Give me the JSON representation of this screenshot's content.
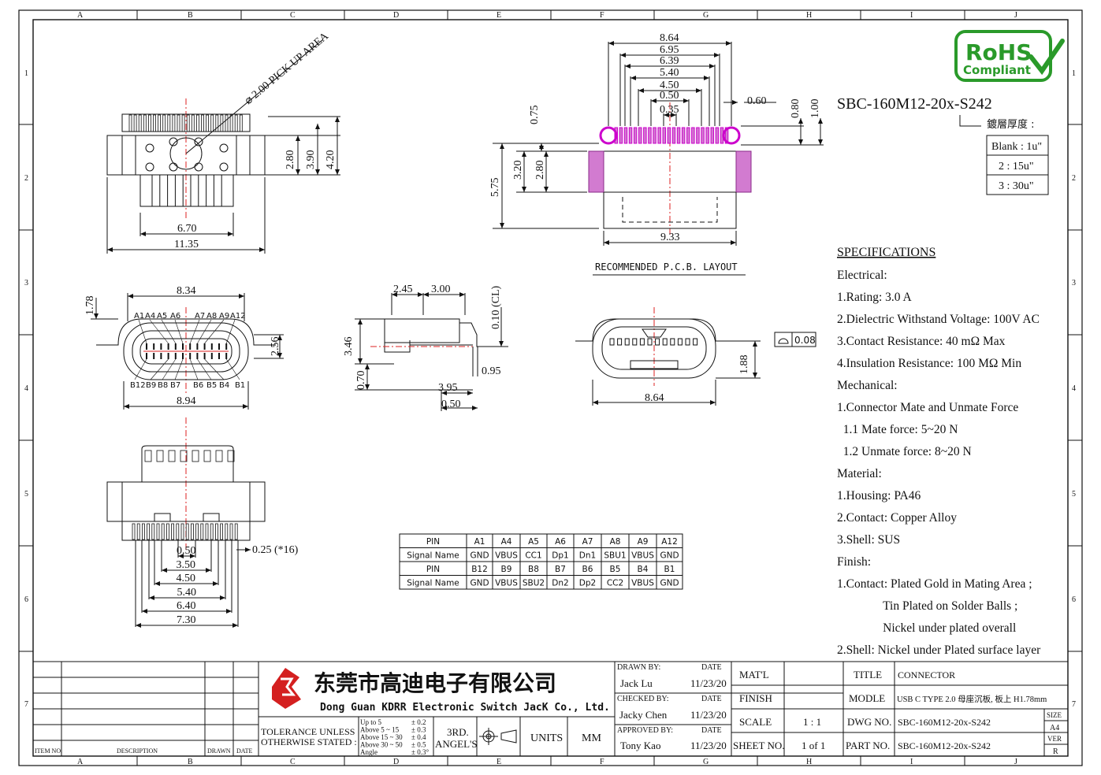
{
  "border": {
    "cols": [
      "A",
      "B",
      "C",
      "D",
      "E",
      "F",
      "G",
      "H",
      "I",
      "J"
    ],
    "rows": [
      "1",
      "2",
      "3",
      "4",
      "5",
      "6",
      "7"
    ]
  },
  "logo": {
    "line1": "RoHS",
    "line2": "Compliant"
  },
  "part_title": "SBC-160M12-20x-S242",
  "plating": {
    "label": "鍍層厚度 :",
    "options": [
      "Blank : 1u\"",
      "2 : 15u\"",
      "3 : 30u\""
    ]
  },
  "dims_top_left": {
    "pickup": "2.00 PICK UP AREA",
    "w_inner": "6.70",
    "w_outer": "11.35",
    "h1": "2.80",
    "h2": "3.90",
    "h3": "4.20"
  },
  "dims_top_right": {
    "w": [
      "8.64",
      "6.95",
      "6.39",
      "5.40",
      "4.50",
      "0.50",
      "0.35"
    ],
    "pad": "0.60",
    "h_small": [
      "0.80",
      "1.00"
    ],
    "h_left": [
      "0.75",
      "3.20",
      "2.80",
      "5.75"
    ],
    "w_bottom": "9.33",
    "caption": "RECOMMENDED  P.C.B. LAYOUT"
  },
  "dims_front": {
    "top": "8.34",
    "left": "1.78",
    "right": "2.56",
    "bottom": "8.94",
    "pins_top": [
      "A1",
      "A4",
      "A5",
      "A6",
      "A7",
      "A8",
      "A9",
      "A12"
    ],
    "pins_bottom": [
      "B12",
      "B9",
      "B8",
      "B7",
      "B6",
      "B5",
      "B4",
      "B1"
    ]
  },
  "dims_side": {
    "a": "2.45",
    "b": "3.00",
    "cl": "0.10 (CL)",
    "h1": "3.46",
    "h2": "0.70",
    "c": "0.95",
    "d": "3.95",
    "e": "0.50"
  },
  "dims_end": {
    "flat": "0.08",
    "h": "1.88",
    "w": "8.64"
  },
  "dims_bottom": {
    "pitch": "0.25 (*16)",
    "w": [
      "0.50",
      "3.50",
      "4.50",
      "5.40",
      "6.40",
      "7.30"
    ]
  },
  "pin_table": {
    "rows": [
      [
        "PIN",
        "A1",
        "A4",
        "A5",
        "A6",
        "A7",
        "A8",
        "A9",
        "A12"
      ],
      [
        "Signal Name",
        "GND",
        "VBUS",
        "CC1",
        "Dp1",
        "Dn1",
        "SBU1",
        "VBUS",
        "GND"
      ],
      [
        "PIN",
        "B12",
        "B9",
        "B8",
        "B7",
        "B6",
        "B5",
        "B4",
        "B1"
      ],
      [
        "Signal Name",
        "GND",
        "VBUS",
        "SBU2",
        "Dn2",
        "Dp2",
        "CC2",
        "VBUS",
        "GND"
      ]
    ]
  },
  "specs": {
    "heading": "SPECIFICATIONS",
    "lines": [
      "Electrical:",
      "1.Rating: 3.0 A",
      "2.Dielectric Withstand Voltage: 100V AC",
      "3.Contact Resistance: 40 mΩ Max",
      "4.Insulation Resistance: 100 MΩ Min",
      "Mechanical:",
      "1.Connector Mate and Unmate Force",
      "  1.1 Mate force: 5~20 N",
      "  1.2 Unmate force: 8~20 N",
      "Material:",
      "1.Housing: PA46",
      "2.Contact: Copper Alloy",
      "3.Shell: SUS",
      "Finish:",
      "1.Contact: Plated Gold in Mating Area ;",
      "               Tin Plated on Solder Balls ;",
      "               Nickel under plated overall",
      "2.Shell: Nickel under Plated surface layer"
    ]
  },
  "title_block": {
    "company_cn": "东莞市高迪电子有限公司",
    "company_en": "Dong Guan KDRR  Electronic Switch JacK Co., Ltd.",
    "rev_headers": [
      "ITEM NO.",
      "DESCRIPTION",
      "DRAWN",
      "DATE"
    ],
    "tolerance_label": "TOLERANCE UNLESS OTHERWISE STATED :",
    "tolerance_rows": [
      [
        "Up  to  5",
        "± 0.2"
      ],
      [
        "Above 5  ~ 15",
        "± 0.3"
      ],
      [
        "Above 15 ~ 30",
        "± 0.4"
      ],
      [
        "Above 30 ~ 50",
        "± 0.5"
      ],
      [
        "Angle",
        "± 0.3°"
      ]
    ],
    "angle": "3RD. ANGEL'S",
    "units_label": "UNITS",
    "units": "MM",
    "drawn_by_label": "DRAWN BY:",
    "drawn_by": "Jack  Lu",
    "drawn_date": "11/23/20",
    "checked_by_label": "CHECKED BY:",
    "checked_by": "Jacky Chen",
    "checked_date": "11/23/20",
    "approved_by_label": "APPROVED BY:",
    "approved_by": "Tony Kao",
    "approved_date": "11/23/20",
    "date_label": "DATE",
    "matl_label": "MAT'L",
    "finish_label": "FINISH",
    "scale_label": "SCALE",
    "scale": "1 : 1",
    "sheet_label": "SHEET NO.",
    "sheet": "1 of 1",
    "title_label": "TITLE",
    "title": "CONNECTOR",
    "model_label": "MODLE",
    "model": "USB C TYPE  2.0 母座沉板, 板上 H1.78mm",
    "dwg_label": "DWG NO.",
    "dwg": "SBC-160M12-20x-S242",
    "part_label": "PART NO.",
    "part": "SBC-160M12-20x-S242",
    "size_label": "SIZE",
    "size": "A4",
    "ver_label": "VER",
    "ver": "R"
  }
}
